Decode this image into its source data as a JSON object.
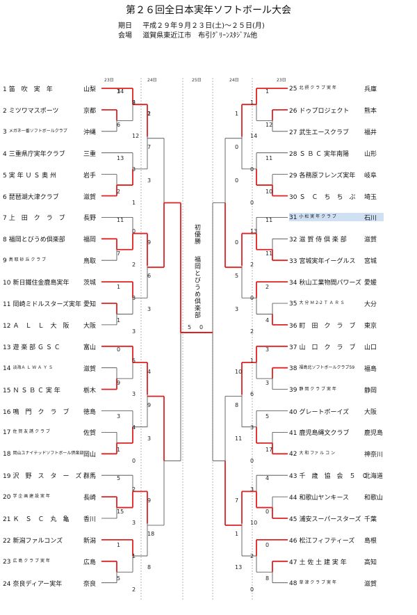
{
  "title": "第２６回全日本実年ソフトボール大会",
  "period_label": "期日",
  "period_value": "平成２９年９月２３日(土)～２５日(月)",
  "venue_label": "会場",
  "venue_value": "滋賀県東近江市　布引ｸﾞﾘｰﾝｽﾀｼﾞｱﾑ他",
  "days": {
    "d23": "23日",
    "d24": "24日",
    "d25": "25日"
  },
  "left_teams": [
    {
      "no": "1",
      "name": "笛　吹　実　年",
      "pref": "山梨"
    },
    {
      "no": "2",
      "name": "ミツワマスポーツ",
      "pref": "京都"
    },
    {
      "no": "3",
      "name": "メガネ一番ソフトボールクラブ",
      "pref": "沖縄"
    },
    {
      "no": "4",
      "name": "三重県庁実年クラブ",
      "pref": "三重"
    },
    {
      "no": "5",
      "name": "実 年 Ｕ Ｓ 奥 州",
      "pref": "岩手"
    },
    {
      "no": "6",
      "name": "琵琶湖大津クラブ",
      "pref": "滋賀"
    },
    {
      "no": "7",
      "name": "上　田　ク　ラ　ブ",
      "pref": "長野"
    },
    {
      "no": "8",
      "name": "福岡とびうめ倶楽部",
      "pref": "福岡"
    },
    {
      "no": "9",
      "name": "鳥 取 砂 丘 ク ラ ブ",
      "pref": "鳥取"
    },
    {
      "no": "10",
      "name": "新日鐵住金鹿島実年",
      "pref": "茨城"
    },
    {
      "no": "11",
      "name": "岡崎ミドルスターズ実年",
      "pref": "愛知"
    },
    {
      "no": "12",
      "name": "Ａ　Ｌ　Ｌ　大　阪",
      "pref": "大阪"
    },
    {
      "no": "13",
      "name": "遊 楽 部 Ｇ Ｓ Ｃ",
      "pref": "富山"
    },
    {
      "no": "14",
      "name": "淡海Ａ Ｌ Ｗ Ａ Ｙ Ｓ",
      "pref": "滋賀"
    },
    {
      "no": "15",
      "name": "Ｎ Ｓ Ｂ Ｃ 実 年",
      "pref": "栃木"
    },
    {
      "no": "16",
      "name": "鳴　門　ク　ラ　ブ",
      "pref": "徳島"
    },
    {
      "no": "17",
      "name": "佐 賀 友 誘 ク ラ ブ",
      "pref": "佐賀"
    },
    {
      "no": "18",
      "name": "岡山ユナイテッドソフトボール倶楽部",
      "pref": "岡山"
    },
    {
      "no": "19",
      "name": "沢　野　ス　タ　ー　ズ",
      "pref": "群馬"
    },
    {
      "no": "20",
      "name": "学 企 画 建 設 実 年",
      "pref": "長崎"
    },
    {
      "no": "21",
      "name": "Ｋ　Ｓ　Ｃ　丸　亀",
      "pref": "香川"
    },
    {
      "no": "22",
      "name": "新潟ファルコンズ",
      "pref": "新潟"
    },
    {
      "no": "23",
      "name": "広 島 ク ラ ブ 実 年",
      "pref": "広島"
    },
    {
      "no": "24",
      "name": "奈良ディアー実年",
      "pref": "奈良"
    }
  ],
  "right_teams": [
    {
      "no": "25",
      "name": "北 摂 ク ラ ブ 実 年",
      "pref": "兵庫"
    },
    {
      "no": "26",
      "name": "ドゥプロジェクト",
      "pref": "熊本"
    },
    {
      "no": "27",
      "name": "武生エースクラブ",
      "pref": "福井"
    },
    {
      "no": "28",
      "name": "Ｓ Ｂ Ｃ 実年南陽",
      "pref": "山形"
    },
    {
      "no": "29",
      "name": "各務原フレンズ実年",
      "pref": "岐阜"
    },
    {
      "no": "30",
      "name": "Ｓ　Ｃ　ち　ち　ぶ",
      "pref": "埼玉"
    },
    {
      "no": "31",
      "name": "小 松 実 年 ク ラ ブ",
      "pref": "石川"
    },
    {
      "no": "32",
      "name": "滋 賀 侍 倶 楽 部",
      "pref": "滋賀"
    },
    {
      "no": "33",
      "name": "宮城実年イーグルス",
      "pref": "宮城"
    },
    {
      "no": "34",
      "name": "秋山工業物間パワーズ",
      "pref": "愛媛"
    },
    {
      "no": "35",
      "name": "大 分 Ｍ 2-2 Ｔ Ａ Ｒ Ｓ",
      "pref": "大分"
    },
    {
      "no": "36",
      "name": "町　田　ク　ラ　ブ",
      "pref": "東京"
    },
    {
      "no": "37",
      "name": "山　口　ク　ラ　ブ",
      "pref": "山口"
    },
    {
      "no": "38",
      "name": "福島北ソフトボールクラブ59",
      "pref": "福島"
    },
    {
      "no": "39",
      "name": "静 岡 ク ラ ブ 実 年",
      "pref": "静岡"
    },
    {
      "no": "40",
      "name": "グレートボーイズ",
      "pref": "大阪"
    },
    {
      "no": "41",
      "name": "鹿児島縄文クラブ",
      "pref": "鹿児島"
    },
    {
      "no": "42",
      "name": "大 和 ファ ル コ ン",
      "pref": "神奈川"
    },
    {
      "no": "43",
      "name": "千　歳　協　会　５　０",
      "pref": "北海道"
    },
    {
      "no": "44",
      "name": "和歌山ヤンキース",
      "pref": "和歌山"
    },
    {
      "no": "45",
      "name": "浦安スーパースターズ",
      "pref": "千葉"
    },
    {
      "no": "46",
      "name": "松江フィフティーズ",
      "pref": "島根"
    },
    {
      "no": "47",
      "name": "土 佐 土 建 実 年",
      "pref": "高知"
    },
    {
      "no": "48",
      "name": "草 津 ク ラ ブ 実 年",
      "pref": "滋賀"
    }
  ],
  "winner": {
    "label": "初優勝",
    "team": "福岡とびうめ倶楽部"
  },
  "final_scores": {
    "left": "5",
    "right": "0"
  },
  "colors": {
    "win_line": "#e02020",
    "line": "#444444",
    "highlight": "#cfe0f3"
  },
  "scores": [
    "3",
    "2",
    "1",
    "6",
    "12",
    "7",
    "13",
    "3",
    "3",
    "2",
    "1",
    "11",
    "0",
    "9",
    "7",
    "2",
    "6",
    "1",
    "3",
    "3",
    "1",
    "3",
    "0",
    "5",
    "4",
    "9",
    "3",
    "9",
    "3",
    "4",
    "3",
    "1",
    "0",
    "5",
    "2",
    "9",
    "15",
    "3",
    "18",
    "1",
    "1",
    "8",
    "5",
    "2",
    "1",
    "1",
    "1",
    "12",
    "14",
    "0",
    "11",
    "0",
    "0",
    "10",
    "0",
    "11",
    "13",
    "0",
    "11",
    "2",
    "5",
    "2",
    "0",
    "3",
    "4",
    "2",
    "3",
    "1",
    "10",
    "3",
    "6",
    "8",
    "5",
    "3",
    "11",
    "17",
    "0",
    "4",
    "3",
    "7",
    "0",
    "10",
    "1",
    "0",
    "2",
    "13",
    "8",
    "0",
    "14",
    "5",
    "2"
  ]
}
